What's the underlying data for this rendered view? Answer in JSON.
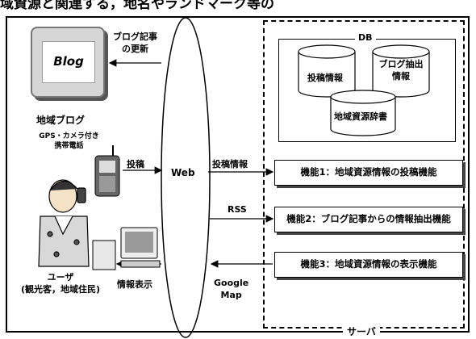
{
  "caption": "域資源と関連する，地名やランドマーク等の",
  "blog": {
    "box_text": "Blog",
    "update_label_line1": "ブログ記事",
    "update_label_line2": "の更新",
    "title": "地域ブログ",
    "phone_label_line1": "GPS・カメラ付き",
    "phone_label_line2": "携帯電話"
  },
  "user": {
    "post_label": "投稿",
    "display_label": "情報表示",
    "name_line1": "ユーザ",
    "name_line2": "(観光客，地域住民)"
  },
  "web": {
    "label": "Web"
  },
  "flows": {
    "post_info": "投稿情報",
    "rss": "RSS",
    "google_line1": "Google",
    "google_line2": "Map"
  },
  "db": {
    "title": "DB",
    "cyl_post": "投稿情報",
    "cyl_blog_line1": "ブログ抽出",
    "cyl_blog_line2": "情報",
    "cyl_dict": "地域資源辞書"
  },
  "functions": [
    "機能1：地域資源情報の投稿機能",
    "機能2：ブログ記事からの情報抽出機能",
    "機能3：地域資源情報の表示機能"
  ],
  "server": {
    "label": "サーバ"
  }
}
